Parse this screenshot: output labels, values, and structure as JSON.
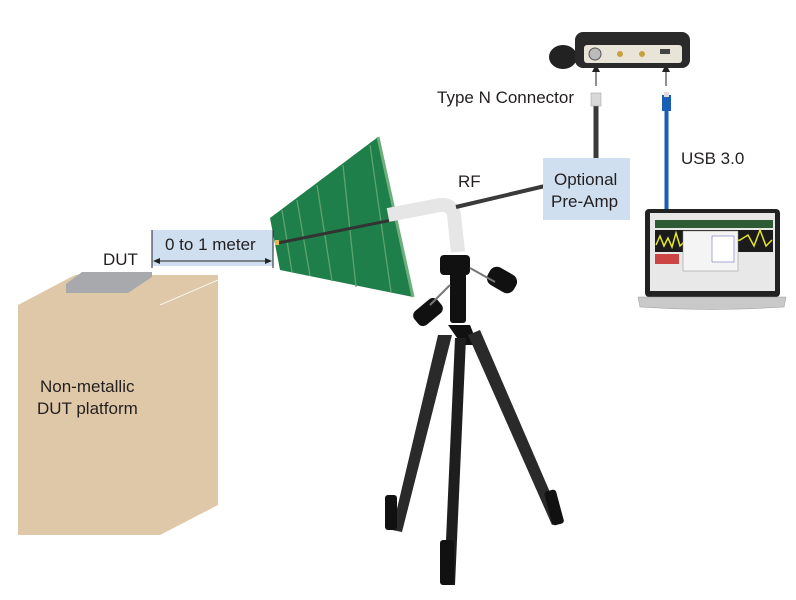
{
  "labels": {
    "type_n": "Type N Connector",
    "usb": "USB 3.0",
    "rf": "RF",
    "preamp_line1": "Optional",
    "preamp_line2": "Pre-Amp",
    "distance": "0 to 1 meter",
    "dut": "DUT",
    "platform_line1": "Non-metallic",
    "platform_line2": "DUT platform"
  },
  "colors": {
    "antenna": "#1e7f4a",
    "box": "#dfc8a8",
    "label_box": "#cfdff0",
    "usb_cable": "#1a5fb4",
    "rf_cable": "#3a3a3a"
  }
}
